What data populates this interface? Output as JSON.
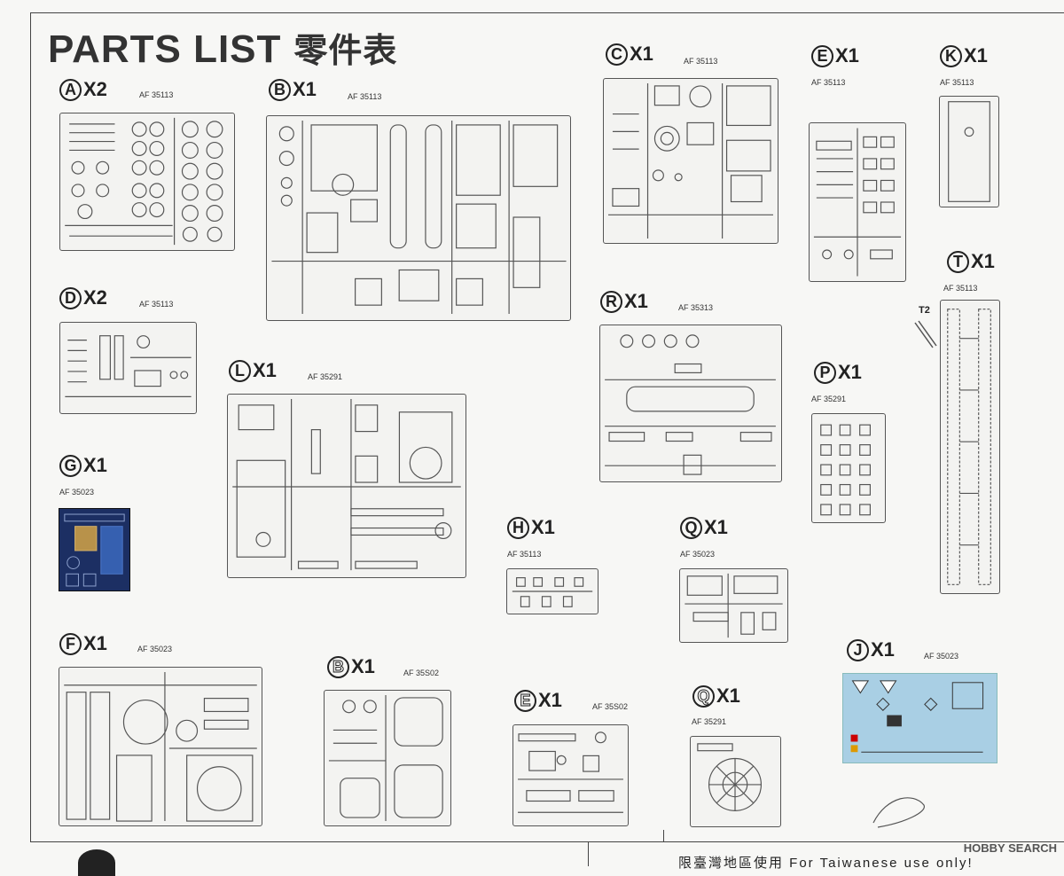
{
  "title": {
    "en": "PARTS  LIST",
    "zh": "零件表"
  },
  "sprues": [
    {
      "letter": "A",
      "qty": "X2",
      "code": "AF 35113"
    },
    {
      "letter": "B",
      "qty": "X1",
      "code": "AF 35113"
    },
    {
      "letter": "C",
      "qty": "X1",
      "code": "AF 35113"
    },
    {
      "letter": "E",
      "qty": "X1",
      "code": "AF 35113"
    },
    {
      "letter": "K",
      "qty": "X1",
      "code": "AF 35113"
    },
    {
      "letter": "D",
      "qty": "X2",
      "code": "AF 35113"
    },
    {
      "letter": "T",
      "qty": "X1",
      "code": "AF 35113"
    },
    {
      "letter": "R",
      "qty": "X1",
      "code": "AF 35313"
    },
    {
      "letter": "L",
      "qty": "X1",
      "code": "AF 35291"
    },
    {
      "letter": "P",
      "qty": "X1",
      "code": "AF 35291"
    },
    {
      "letter": "G",
      "qty": "X1",
      "code": "AF 35023"
    },
    {
      "letter": "H",
      "qty": "X1",
      "code": "AF 35113"
    },
    {
      "letter": "Q",
      "qty": "X1",
      "code": "AF 35023"
    },
    {
      "letter": "F",
      "qty": "X1",
      "code": "AF 35023"
    },
    {
      "letter": "J",
      "qty": "X1",
      "code": "AF 35023"
    },
    {
      "letter": "B",
      "qty": "X1",
      "code": "AF 35S02"
    },
    {
      "letter": "E",
      "qty": "X1",
      "code": "AF 35S02"
    },
    {
      "letter": "Q",
      "qty": "X1",
      "code": "AF 35291"
    }
  ],
  "t2_label": "T2",
  "footer": "限臺灣地區使用 For Taiwanese use only!",
  "watermark": "HOBBY SEARCH"
}
